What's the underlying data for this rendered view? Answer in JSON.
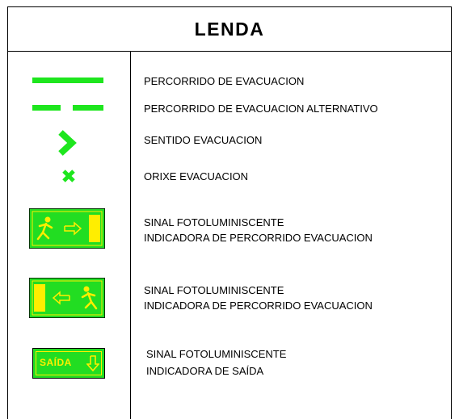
{
  "legend": {
    "title": "LENDA",
    "items": [
      {
        "symbol": "solid-line",
        "lines": [
          "PERCORRIDO DE EVACUACION"
        ]
      },
      {
        "symbol": "dashed-line",
        "lines": [
          "PERCORRIDO DE EVACUACION ALTERNATIVO"
        ]
      },
      {
        "symbol": "chevron",
        "lines": [
          "SENTIDO EVACUACION"
        ]
      },
      {
        "symbol": "cross",
        "lines": [
          "ORIXE EVACUACION"
        ]
      },
      {
        "symbol": "sign-exit-right",
        "lines": [
          "SINAL FOTOLUMINISCENTE",
          "INDICADORA DE PERCORRIDO EVACUACION"
        ]
      },
      {
        "symbol": "sign-exit-left",
        "lines": [
          "SINAL FOTOLUMINISCENTE",
          "INDICADORA DE PERCORRIDO EVACUACION"
        ]
      },
      {
        "symbol": "sign-saida",
        "lines": [
          "SINAL FOTOLUMINISCENTE",
          "INDICADORA DE SAÍDA"
        ],
        "sign_text": "SAÍDA"
      }
    ]
  },
  "colors": {
    "route_green": "#1ee61e",
    "sign_green": "#22dd22",
    "sign_yellow": "#ffee00"
  }
}
